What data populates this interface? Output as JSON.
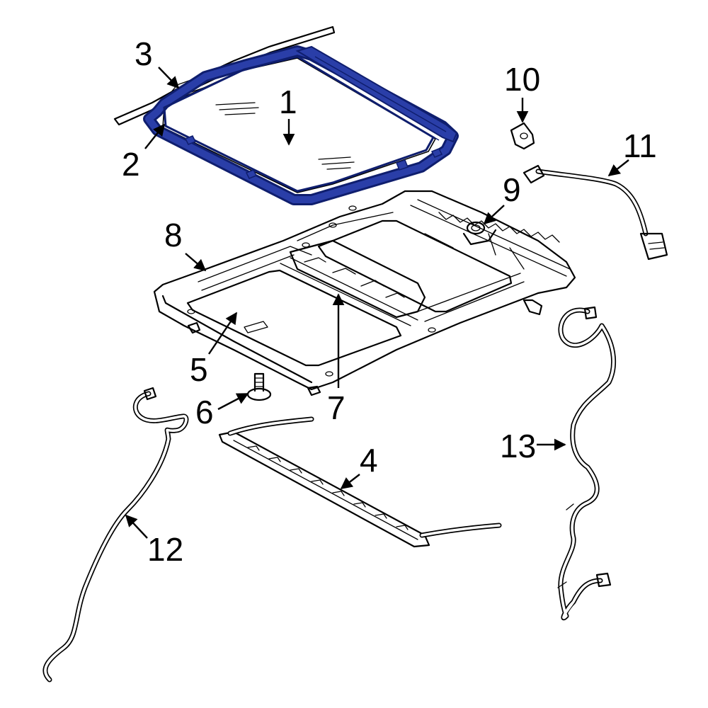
{
  "colors": {
    "highlight": "#2a3ea8",
    "highlight_dark": "#0f1e6e",
    "line": "#000000",
    "background": "#ffffff"
  },
  "callouts": [
    {
      "id": "1",
      "part": "sunroof-glass"
    },
    {
      "id": "2",
      "part": "glass-seal-frame"
    },
    {
      "id": "3",
      "part": "roof-rail-trim"
    },
    {
      "id": "4",
      "part": "sunshade-rail"
    },
    {
      "id": "5",
      "part": "sunroof-frame-opening"
    },
    {
      "id": "6",
      "part": "mounting-bolt"
    },
    {
      "id": "7",
      "part": "frame-bracket"
    },
    {
      "id": "8",
      "part": "sunroof-housing-frame"
    },
    {
      "id": "9",
      "part": "sunroof-motor"
    },
    {
      "id": "10",
      "part": "retaining-clip"
    },
    {
      "id": "11",
      "part": "motor-wiring-harness"
    },
    {
      "id": "12",
      "part": "front-drain-hose"
    },
    {
      "id": "13",
      "part": "rear-drain-hose"
    }
  ]
}
